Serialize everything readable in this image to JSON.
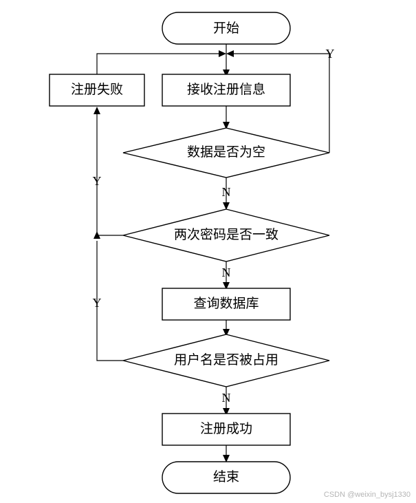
{
  "nodes": {
    "start": "开始",
    "receive": "接收注册信息",
    "fail": "注册失败",
    "empty_check": "数据是否为空",
    "pwd_check": "两次密码是否一致",
    "query_db": "查询数据库",
    "user_check": "用户名是否被占用",
    "success": "注册成功",
    "end": "结束"
  },
  "branches": {
    "empty_yes": "Y",
    "empty_no": "N",
    "pwd_yes": "Y",
    "pwd_no": "N",
    "user_yes": "Y",
    "user_no": "N"
  },
  "watermark": "CSDN @weixin_bysj1330"
}
